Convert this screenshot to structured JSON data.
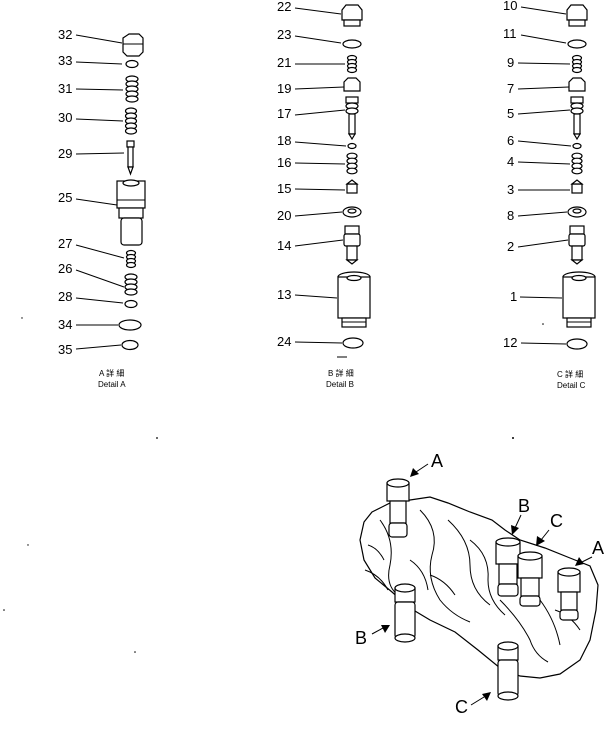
{
  "details": {
    "A": {
      "parts": [
        "32",
        "33",
        "31",
        "30",
        "29",
        "25",
        "27",
        "26",
        "28",
        "34",
        "35"
      ],
      "caption_jp": "A 詳 細",
      "caption_en": "Detail A"
    },
    "B": {
      "parts": [
        "22",
        "23",
        "21",
        "19",
        "17",
        "18",
        "16",
        "15",
        "20",
        "14",
        "13",
        "24"
      ],
      "caption_jp": "B 詳 細",
      "caption_en": "Detail B"
    },
    "C": {
      "parts": [
        "10",
        "11",
        "9",
        "7",
        "5",
        "6",
        "4",
        "3",
        "8",
        "2",
        "1",
        "12"
      ],
      "caption_jp": "C 詳 細",
      "caption_en": "Detail C"
    }
  },
  "assembly": {
    "callouts": [
      "A",
      "B",
      "C",
      "A",
      "B",
      "C"
    ]
  }
}
